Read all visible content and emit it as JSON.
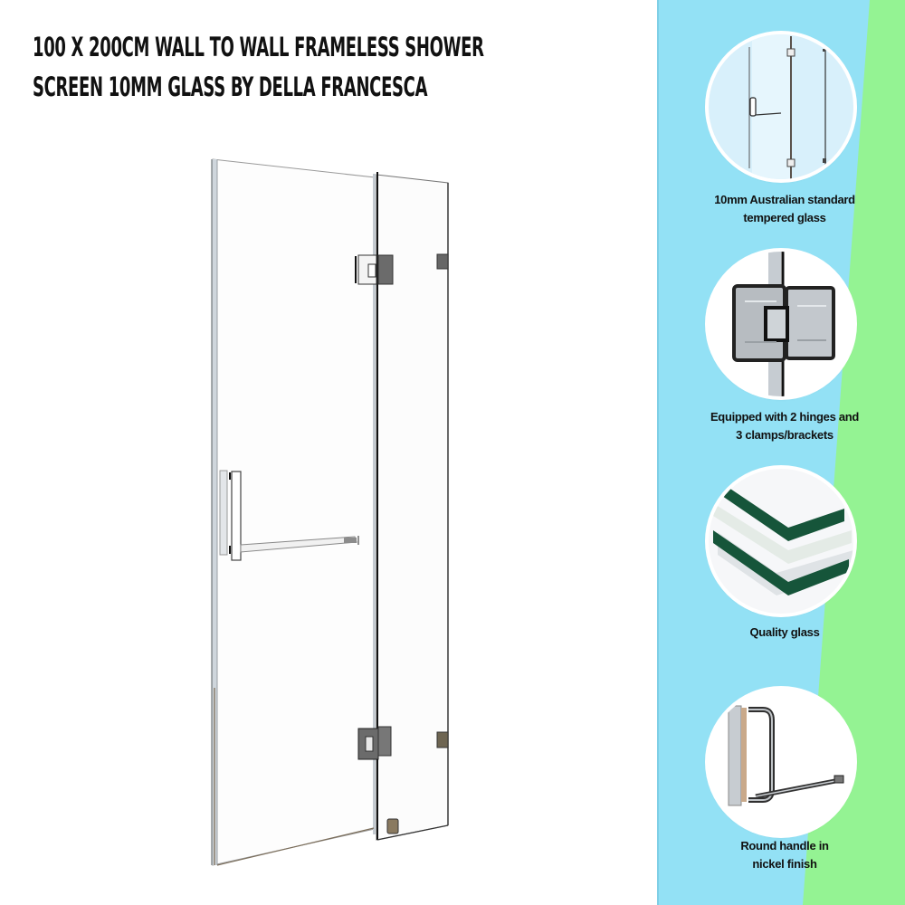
{
  "title": {
    "line1": "100 x 200cm Wall to Wall Frameless Shower",
    "line2": "Screen 10mm Glass by Della Francesca"
  },
  "colors": {
    "side_panel_cyan": "#93e1f5",
    "side_panel_green": "#94f393",
    "glass_edge_green": "#16553a",
    "chrome": "#7c7c7c"
  },
  "product_image": {
    "description": "frameless shower screen with door, fixed panel, 2 hinges, towel-bar handle and clamps"
  },
  "features": [
    {
      "icon": "shower-screen-diagram-icon",
      "line1": "10mm Australian standard",
      "line2": "tempered glass"
    },
    {
      "icon": "hinge-icon",
      "line1": "Equipped with 2 hinges and",
      "line2": "3 clamps/brackets"
    },
    {
      "icon": "glass-layers-icon",
      "line1": "Quality glass",
      "line2": ""
    },
    {
      "icon": "round-handle-icon",
      "line1": "Round handle in",
      "line2": "nickel finish"
    }
  ]
}
